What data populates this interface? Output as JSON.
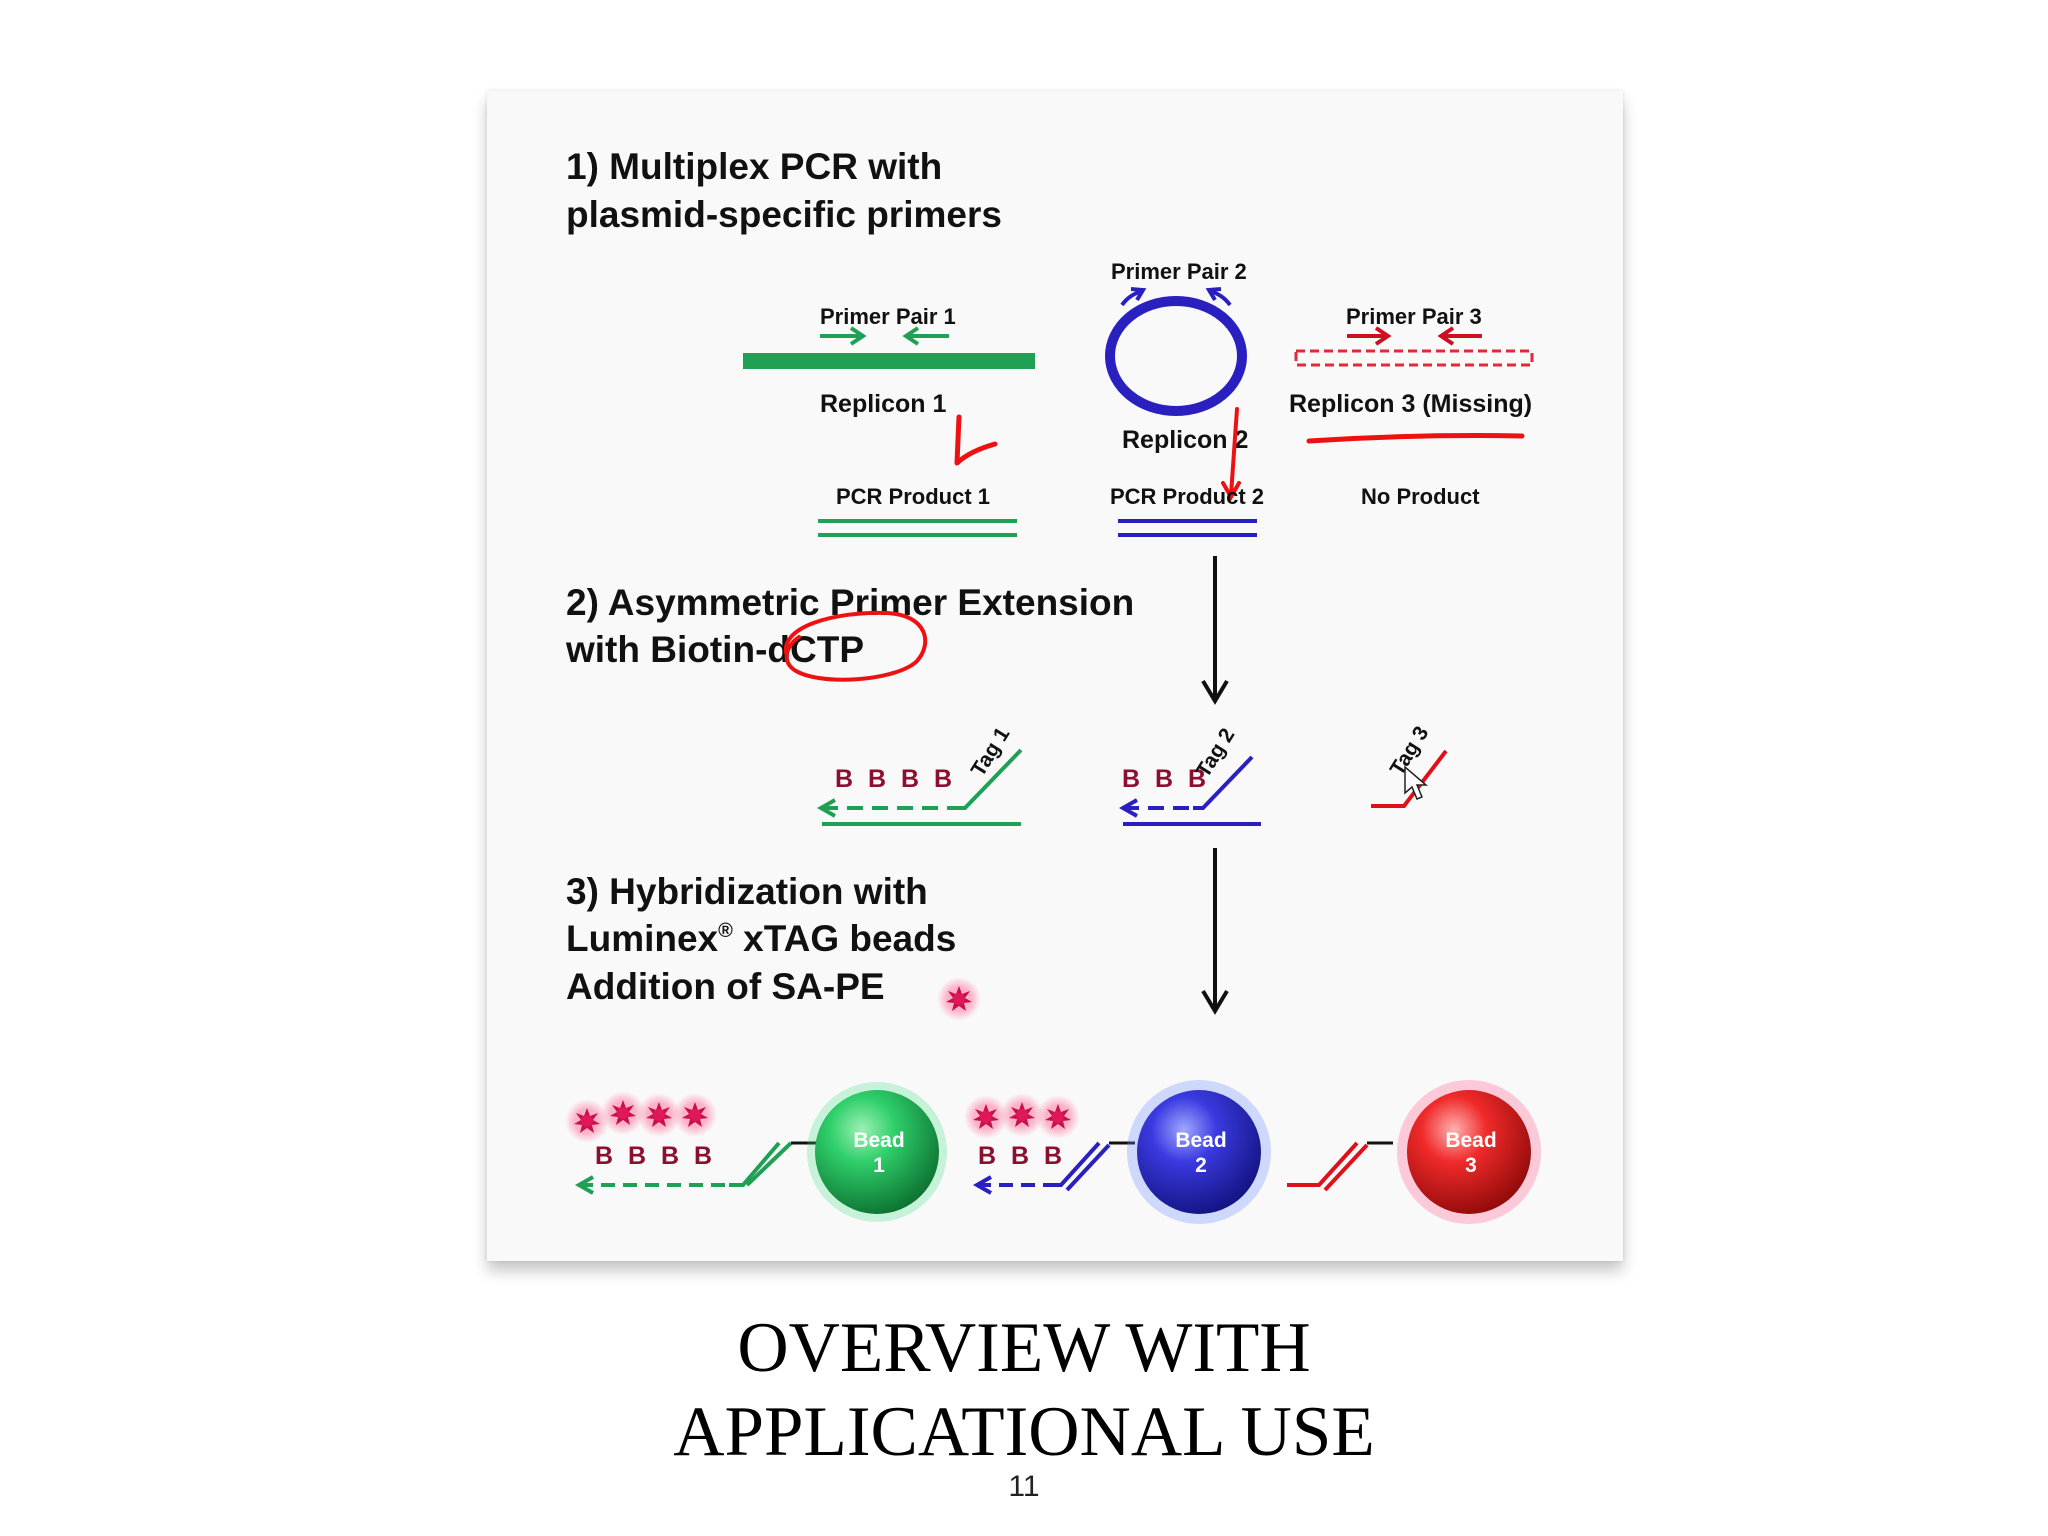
{
  "slide": {
    "title_line1": "OVERVIEW WITH",
    "title_line2": "APPLICATIONAL USE",
    "page_number": "11"
  },
  "diagram": {
    "step1": {
      "line1": "1) Multiplex PCR with",
      "line2": "plasmid-specific primers"
    },
    "step2": {
      "line1": "2) Asymmetric Primer Extension",
      "line2_prefix": "with Biotin-",
      "line2_suffix": "dCTP"
    },
    "step3": {
      "line1": "3) Hybridization with",
      "line2_prefix": "Luminex",
      "registered": "®",
      "line2_suffix": " xTAG beads",
      "line3": "Addition of SA-PE"
    },
    "primer_pairs": [
      "Primer Pair 1",
      "Primer Pair 2",
      "Primer Pair 3"
    ],
    "replicons": [
      "Replicon 1",
      "Replicon 2",
      "Replicon 3 (Missing)"
    ],
    "products": [
      "PCR Product 1",
      "PCR Product 2",
      "No Product"
    ],
    "tags": [
      "Tag 1",
      "Tag 2",
      "Tag 3"
    ],
    "biotin_labels": [
      "B B B B",
      "B B B"
    ],
    "beads": [
      {
        "word": "Bead",
        "number": "1"
      },
      {
        "word": "Bead",
        "number": "2"
      },
      {
        "word": "Bead",
        "number": "3"
      }
    ],
    "colors": {
      "green": "#1fa055",
      "blue": "#2a20c0",
      "red": "#e0101a",
      "annotation": "#ee1111",
      "biotin": "#8b1030"
    }
  }
}
